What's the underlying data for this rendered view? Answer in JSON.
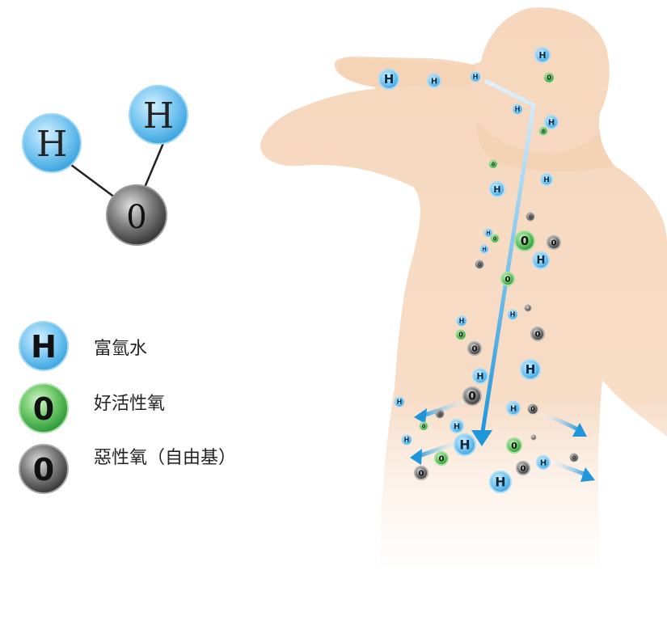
{
  "molecule": {
    "hydrogen_symbol": "H",
    "oxygen_symbol": "0"
  },
  "legend": [
    {
      "symbol": "H",
      "label": "富氫水",
      "color": "#5bb8ea"
    },
    {
      "symbol": "0",
      "label": "好活性氧",
      "color": "#3aa54a"
    },
    {
      "symbol": "0",
      "label": "惡性氧（自由基）",
      "color": "#555555"
    }
  ],
  "colors": {
    "hydrogen": "#5bb8ea",
    "good_oxygen": "#3aa54a",
    "bad_oxygen": "#555555",
    "body": "#f6d7bd",
    "flow_arrow": "#1e96dc"
  },
  "particle_symbols": {
    "hydrogen": "H",
    "oxygen": "0"
  }
}
